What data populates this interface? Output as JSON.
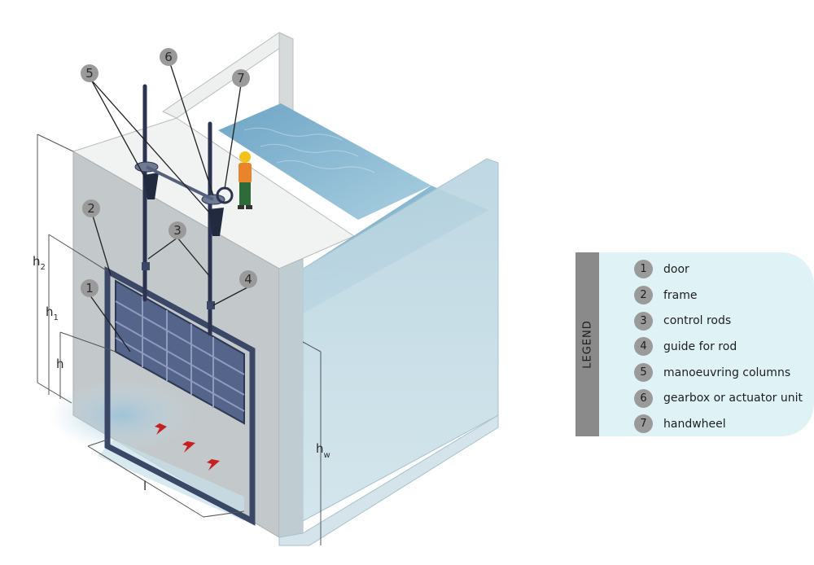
{
  "callouts": [
    "5",
    "6",
    "7",
    "2",
    "3",
    "1",
    "4"
  ],
  "dimensions": {
    "h2": {
      "main": "h",
      "sub": "2"
    },
    "h1": {
      "main": "h",
      "sub": "1"
    },
    "h": {
      "main": "h",
      "sub": ""
    },
    "hw": {
      "main": "h",
      "sub": "w"
    },
    "l": {
      "main": "l",
      "sub": ""
    }
  },
  "legend": {
    "title": "LEGEND",
    "items": [
      {
        "num": "1",
        "label": "door"
      },
      {
        "num": "2",
        "label": "frame"
      },
      {
        "num": "3",
        "label": "control rods"
      },
      {
        "num": "4",
        "label": "guide for rod"
      },
      {
        "num": "5",
        "label": "manoeuvring columns"
      },
      {
        "num": "6",
        "label": "gearbox or actuator unit"
      },
      {
        "num": "7",
        "label": "handwheel"
      }
    ]
  },
  "colors": {
    "concrete": "#c3c8ca",
    "concrete_top": "#f1f3f3",
    "water": "#8fbcd4",
    "steel": "#3f4d6e",
    "legend_bar": "#8a8a8a",
    "legend_panel": "#dff3f7",
    "arrow": "#c62020"
  }
}
